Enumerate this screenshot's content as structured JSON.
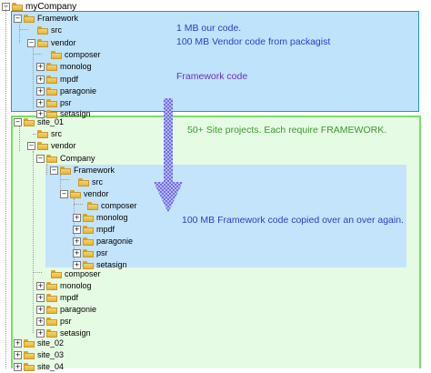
{
  "root": {
    "label": "myCompany",
    "expander": "−"
  },
  "framework_box": {
    "notes": [
      "1 MB our code.",
      "100 MB Vendor code from packagist"
    ],
    "caption": "Framework code"
  },
  "site_box": {
    "note": "50+ Site projects. Each require FRAMEWORK.",
    "copied_note": "100 MB Framework code copied over an over again."
  },
  "tree": {
    "framework": "Framework",
    "src": "src",
    "vendor": "vendor",
    "composer": "composer",
    "monolog": "monolog",
    "mpdf": "mpdf",
    "paragonie": "paragonie",
    "psr": "psr",
    "setasign": "setasign",
    "site_01": "site_01",
    "company": "Company",
    "site_02": "site_02",
    "site_03": "site_03",
    "site_04": "site_04"
  },
  "colors": {
    "framework_fill": "#bfe3fb",
    "framework_border": "#2b8fd6",
    "site_fill": "#e6fbe3",
    "site_border": "#7cdc6a",
    "inner_fill": "#c3e4fb",
    "note_blue": "#2e3cd0",
    "note_green": "#3b9a2c",
    "note_purple": "#6a2ec6",
    "arrow": "#8888ee"
  }
}
